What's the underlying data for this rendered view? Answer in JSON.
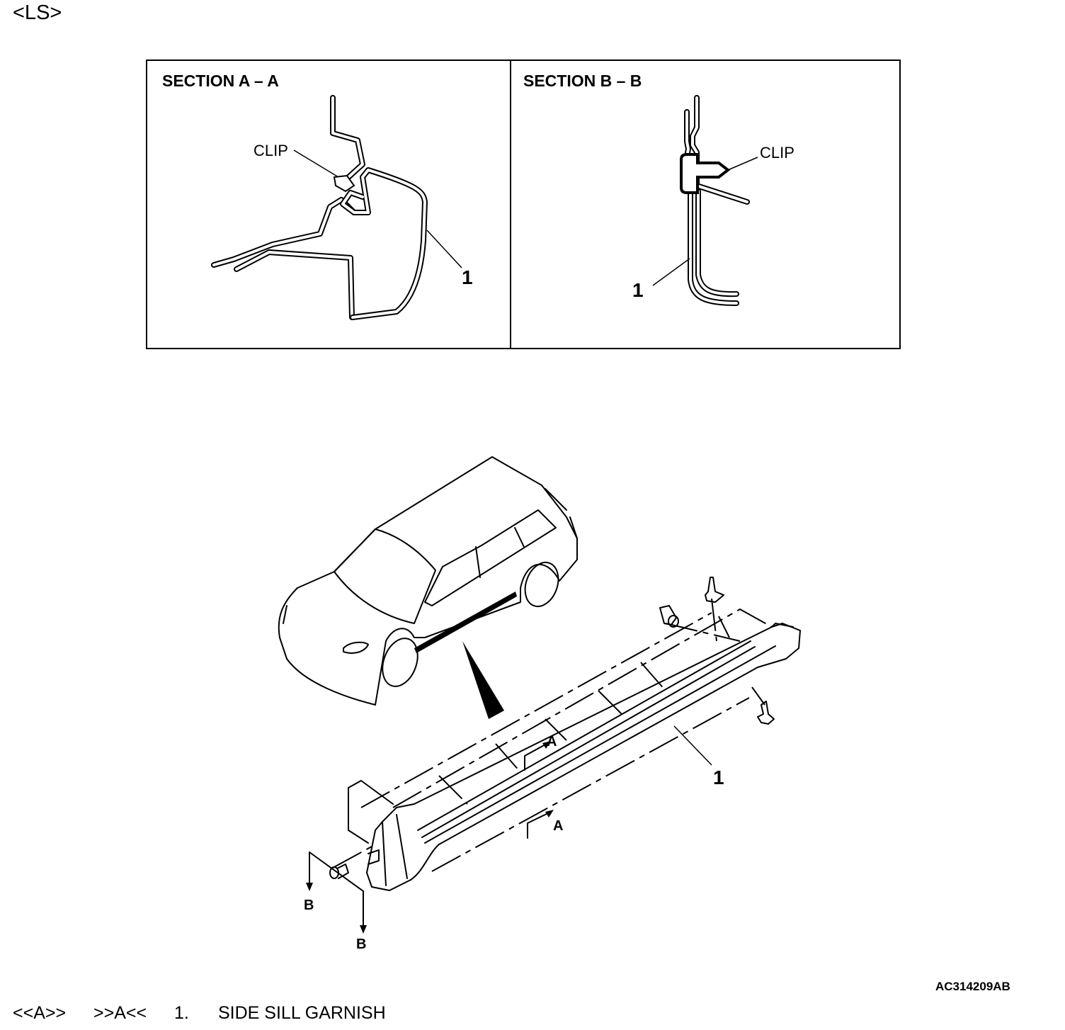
{
  "header": {
    "label": "<LS>"
  },
  "sections": [
    {
      "title": "SECTION A – A",
      "clip_label": "CLIP",
      "part_number": "1"
    },
    {
      "title": "SECTION B – B",
      "clip_label": "CLIP",
      "part_number": "1"
    }
  ],
  "main": {
    "part_number": "1",
    "section_a_labels": [
      "A",
      "A"
    ],
    "section_b_labels": [
      "B",
      "B"
    ]
  },
  "figure_code": "AC314209AB",
  "legend": {
    "install_mark": "<<A>>",
    "removal_mark": ">>A<<",
    "item_number": "1.",
    "item_name": "SIDE SILL GARNISH"
  }
}
